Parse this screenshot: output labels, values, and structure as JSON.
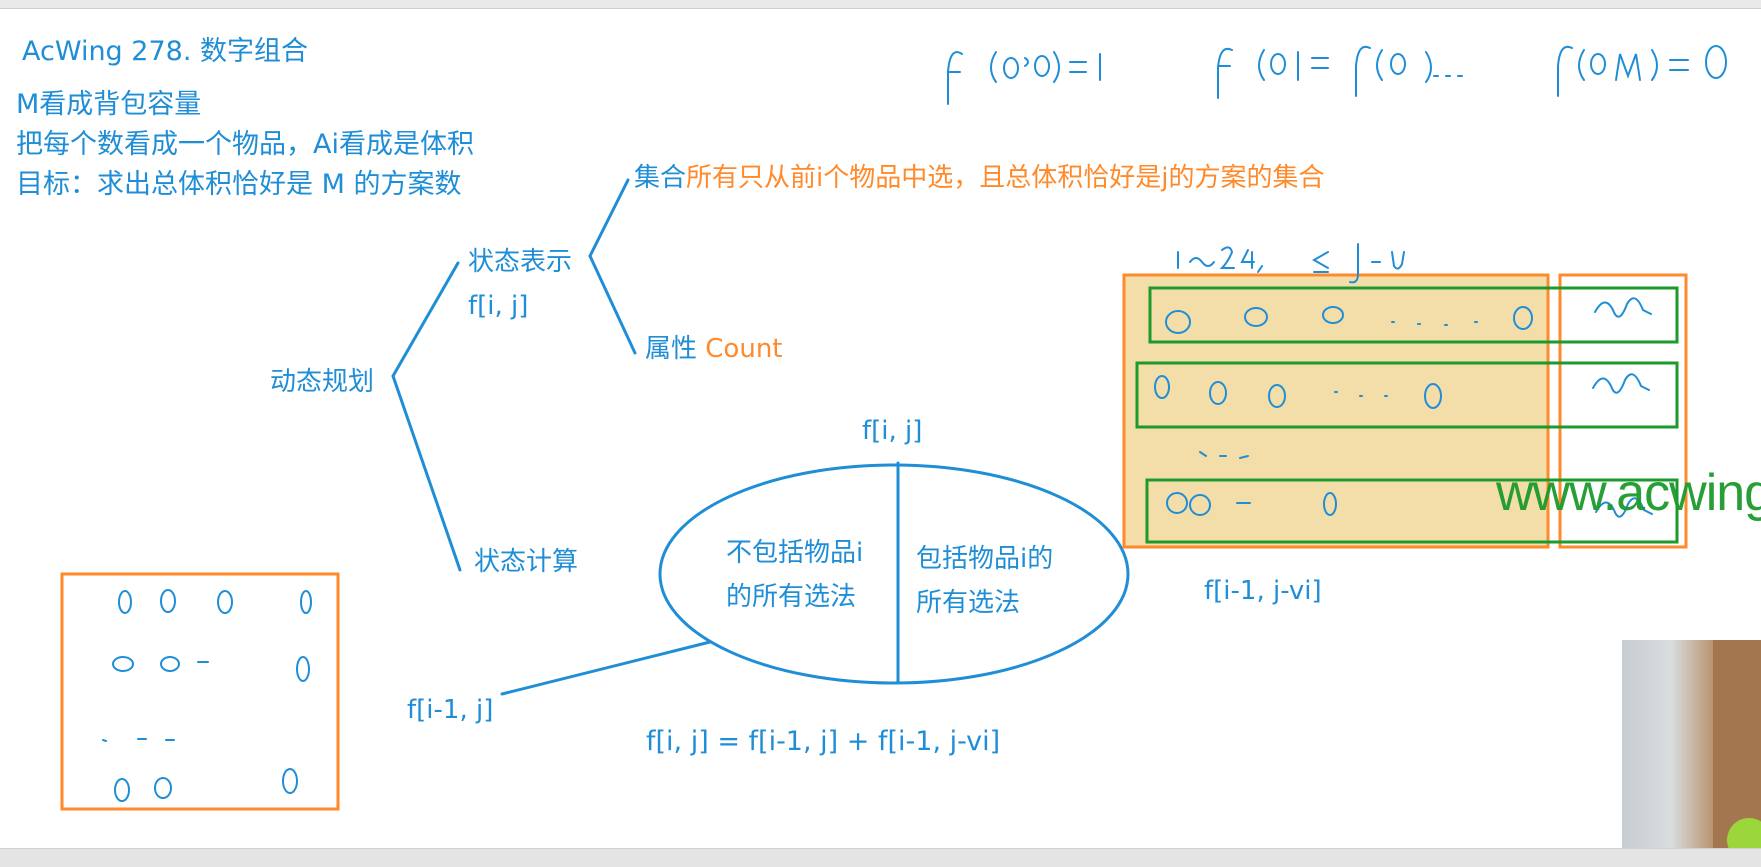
{
  "title": "AcWing 278. 数字组合",
  "notes": [
    "M看成背包容量",
    "把每个数看成一个物品，Ai看成是体积",
    "目标：求出总体积恰好是 M 的方案数"
  ],
  "tree": {
    "root": "动态规划",
    "state_rep": "状态表示",
    "state_rep_sub": "f[i, j]",
    "set_label": "集合",
    "set_desc": "所有只从前i个物品中选，且总体积恰好是j的方案的集合",
    "attr_label": "属性",
    "attr_value": "Count",
    "state_calc": "状态计算"
  },
  "split": {
    "top_label": "f[i, j]",
    "left_line1": "不包括物品i",
    "left_line2": "的所有选法",
    "right_line1": "包括物品i的",
    "right_line2": "所有选法",
    "left_ref": "f[i-1, j]",
    "right_ref": "f[i-1, j-vi]"
  },
  "recurrence": "f[i, j] = f[i-1, j] + f[i-1, j-vi]",
  "handwriting": {
    "top": "f(0,0)=1.   f(0,1)=f(0,2)...  f(0,M)=0",
    "range": "1~24,  ≤j-vi"
  },
  "watermark": "www.acwing",
  "colors": {
    "blue": "#1f8ed6",
    "orange": "#ff8a2b",
    "green": "#1c9a2c",
    "highlight": "#f3deaa"
  }
}
